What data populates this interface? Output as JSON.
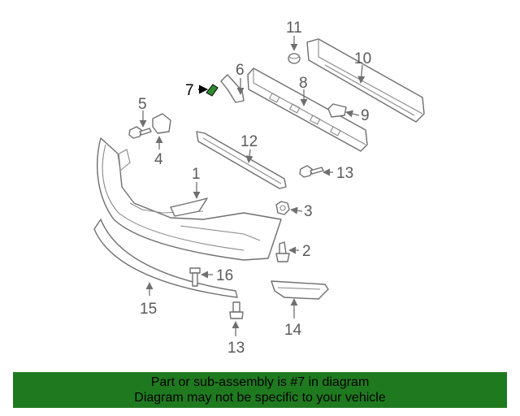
{
  "callouts": {
    "c1": "1",
    "c2": "2",
    "c3": "3",
    "c4": "4",
    "c5": "5",
    "c6": "6",
    "c7": "7",
    "c8": "8",
    "c9": "9",
    "c10": "10",
    "c11": "11",
    "c12": "12",
    "c13a": "13",
    "c13b": "13",
    "c14": "14",
    "c15": "15",
    "c16": "16"
  },
  "highlight_color": "#2e8b2e",
  "banner": {
    "background": "#1f7a1f",
    "line1": "Part or sub-assembly is #7 in diagram",
    "line2": "Diagram may not be specific to your vehicle"
  }
}
